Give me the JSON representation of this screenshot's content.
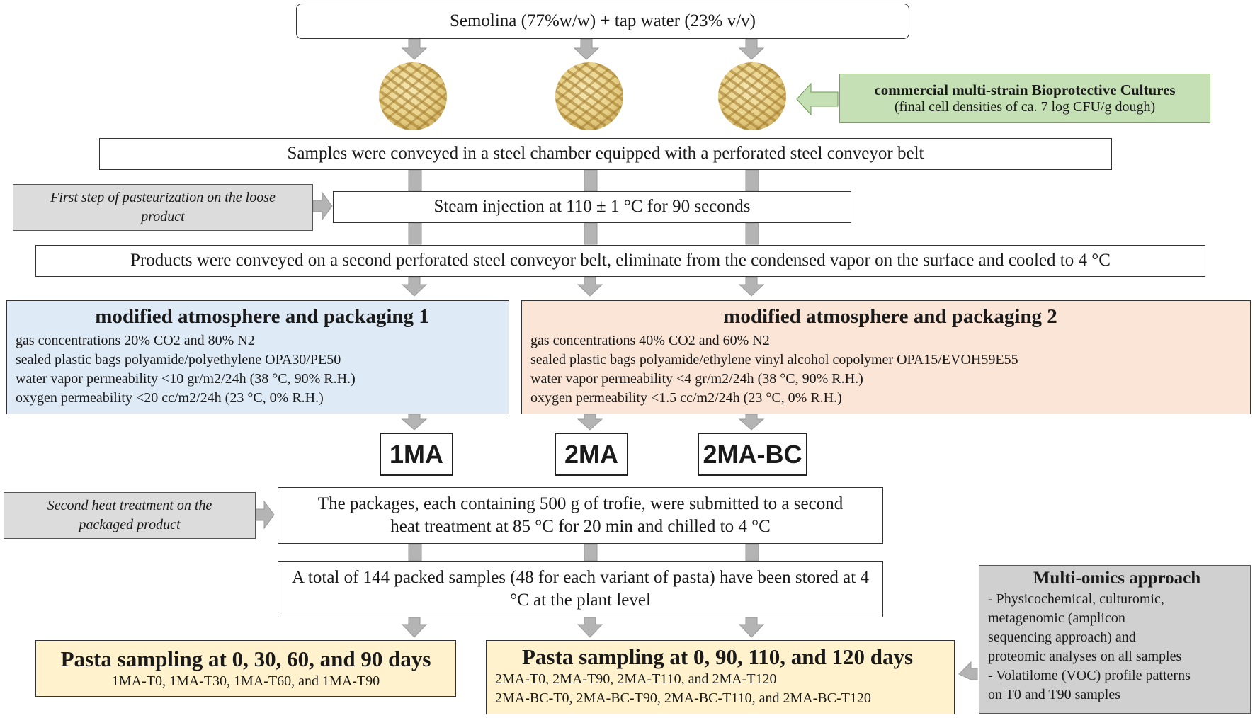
{
  "top_box": "Semolina (77%w/w) + tap water (23% v/v)",
  "bioprotective": {
    "title": "commercial multi-strain Bioprotective Cultures",
    "subtitle": "(final cell densities  of ca. 7 log CFU/g dough)"
  },
  "conveyed_box": "Samples were conveyed in a steel chamber equipped with a perforated steel conveyor belt",
  "first_step_label": "First step of pasteurization on the loose product",
  "steam_box": "Steam injection at 110 ± 1 °C for 90 seconds",
  "products_box": "Products were conveyed on a second perforated  steel conveyor belt, eliminate from the condensed vapor on the surface and cooled to 4 °C",
  "map1": {
    "title": "modified atmosphere and packaging 1",
    "lines": [
      "gas concentrations  20% CO2 and 80% N2",
      "sealed  plastic bags polyamide/polyethylene  OPA30/PE50",
      "water vapor permeability  <10 gr/m2/24h (38 °C, 90% R.H.)",
      "oxygen permeability  <20 cc/m2/24h (23 °C, 0% R.H.)"
    ],
    "color": "#deebf7"
  },
  "map2": {
    "title": "modified atmosphere and packaging 2",
    "lines": [
      "gas concentrations  40% CO2 and 60% N2",
      "sealed  plastic bags polyamide/ethylene  vinyl alcohol  copolymer  OPA15/EVOH59E55",
      "water vapor  permeability  <4 gr/m2/24h (38 °C, 90% R.H.)",
      "oxygen  permeability  <1.5 cc/m2/24h (23 °C, 0% R.H.)"
    ],
    "color": "#fbe5d6"
  },
  "variants": [
    "1MA",
    "2MA",
    "2MA-BC"
  ],
  "second_heat_label": "Second heat treatment  on the packaged product",
  "packages_box": "The packages, each containing  500 g of trofie, were submitted to a second heat treatment at 85 °C for 20 min and chilled  to 4 °C",
  "stored_box": "A total of 144 packed samples (48 for each variant of pasta) have been stored at 4 °C at the plant level",
  "sampling1": {
    "title": "Pasta sampling at 0, 30, 60, and 90 days",
    "lines": [
      "1MA-T0,  1MA-T30,  1MA-T60,  and  1MA-T90"
    ]
  },
  "sampling2": {
    "title": "Pasta sampling at 0, 90, 110, and 120 days",
    "lines": [
      "2MA-T0,  2MA-T90,  2MA-T110,  and  2MA-T120",
      "2MA-BC-T0,  2MA-BC-T90,  2MA-BC-T110,  and  2MA-BC-T120"
    ]
  },
  "multiomics": {
    "title": "Multi-omics approach",
    "lines": [
      "- Physicochemical,  culturomic,",
      "metagenomic  (amplicon",
      "sequencing  approach)  and",
      "proteomic analyses on all samples",
      "- Volatilome  (VOC) profile patterns",
      "on T0 and T90 samples"
    ]
  },
  "colors": {
    "arrow": "#b4b4b4",
    "green_box": "#c5e0b4",
    "sampling_box": "#fff2cc",
    "gray_box": "#d0d0d0"
  }
}
